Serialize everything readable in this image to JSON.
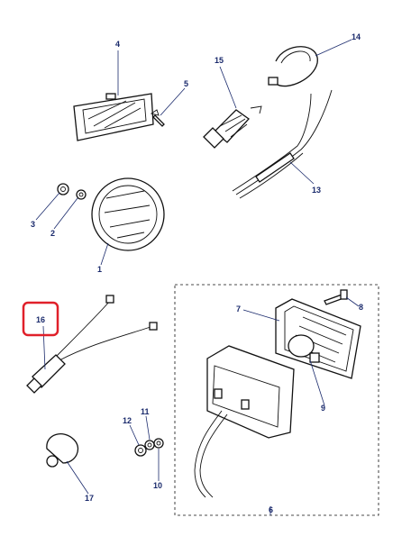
{
  "diagram": {
    "callouts": {
      "c1": "1",
      "c2": "2",
      "c3": "3",
      "c4": "4",
      "c5": "5",
      "c6": "6",
      "c7": "7",
      "c8": "8",
      "c9": "9",
      "c10": "10",
      "c11": "11",
      "c12": "12",
      "c13": "13",
      "c14": "14",
      "c15": "15",
      "c16": "16",
      "c17": "17"
    },
    "highlight": {
      "callout": "16",
      "color": "#e0202a"
    },
    "colors": {
      "callout_text": "#1a2a6c",
      "line_art": "#111111"
    }
  }
}
